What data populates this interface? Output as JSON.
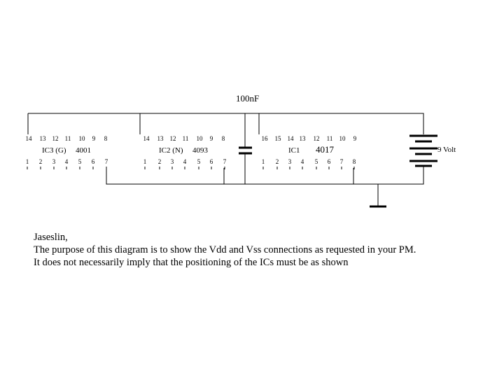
{
  "capacitor_label": "100nF",
  "battery_label": "9 Volt",
  "ics": [
    {
      "name": "IC3 (G)",
      "part": "4001",
      "top_pins": [
        "14",
        "13",
        "12",
        "11",
        "10",
        "9",
        "8"
      ],
      "bottom_pins": [
        "1",
        "2",
        "3",
        "4",
        "5",
        "6",
        "7"
      ]
    },
    {
      "name": "IC2 (N)",
      "part": "4093",
      "top_pins": [
        "14",
        "13",
        "12",
        "11",
        "10",
        "9",
        "8"
      ],
      "bottom_pins": [
        "1",
        "2",
        "3",
        "4",
        "5",
        "6",
        "7"
      ]
    },
    {
      "name": "IC1",
      "part": "4017",
      "top_pins": [
        "16",
        "15",
        "14",
        "13",
        "12",
        "11",
        "10",
        "9"
      ],
      "bottom_pins": [
        "1",
        "2",
        "3",
        "4",
        "5",
        "6",
        "7",
        "8"
      ]
    }
  ],
  "note": {
    "line1": "Jaseslin,",
    "line2": "The purpose of this diagram is to show the Vdd and Vss connections as requested in your PM.",
    "line3": "It does not necessarily imply that the positioning of the ICs must be  as shown"
  }
}
